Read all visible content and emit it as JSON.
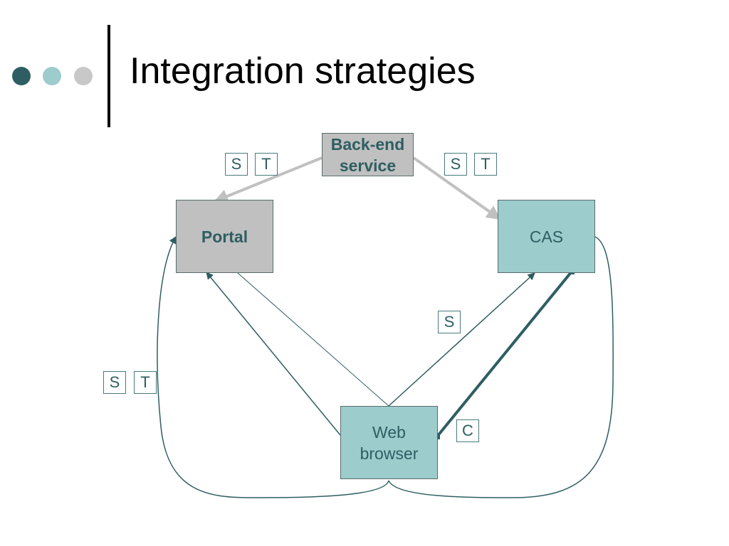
{
  "slide": {
    "title": "Integration strategies"
  },
  "colors": {
    "dot_dark": "#2f5e62",
    "dot_teal": "#9ccccc",
    "dot_grey": "#c8c8c8",
    "node_grey": "#c0c0c0",
    "node_teal": "#9ccccc",
    "edge_dark": "#2f5e62",
    "edge_light": "#c0c0c0"
  },
  "diagram": {
    "nodes": {
      "backend": "Back-end\nservice",
      "portal": "Portal",
      "cas": "CAS",
      "browser": "Web\nbrowser"
    },
    "tags": {
      "backend_portal_s": "S",
      "backend_portal_t": "T",
      "backend_cas_s": "S",
      "backend_cas_t": "T",
      "browser_cas_s": "S",
      "browser_portal_s": "S",
      "browser_portal_t": "T",
      "browser_cas_c": "C"
    }
  }
}
